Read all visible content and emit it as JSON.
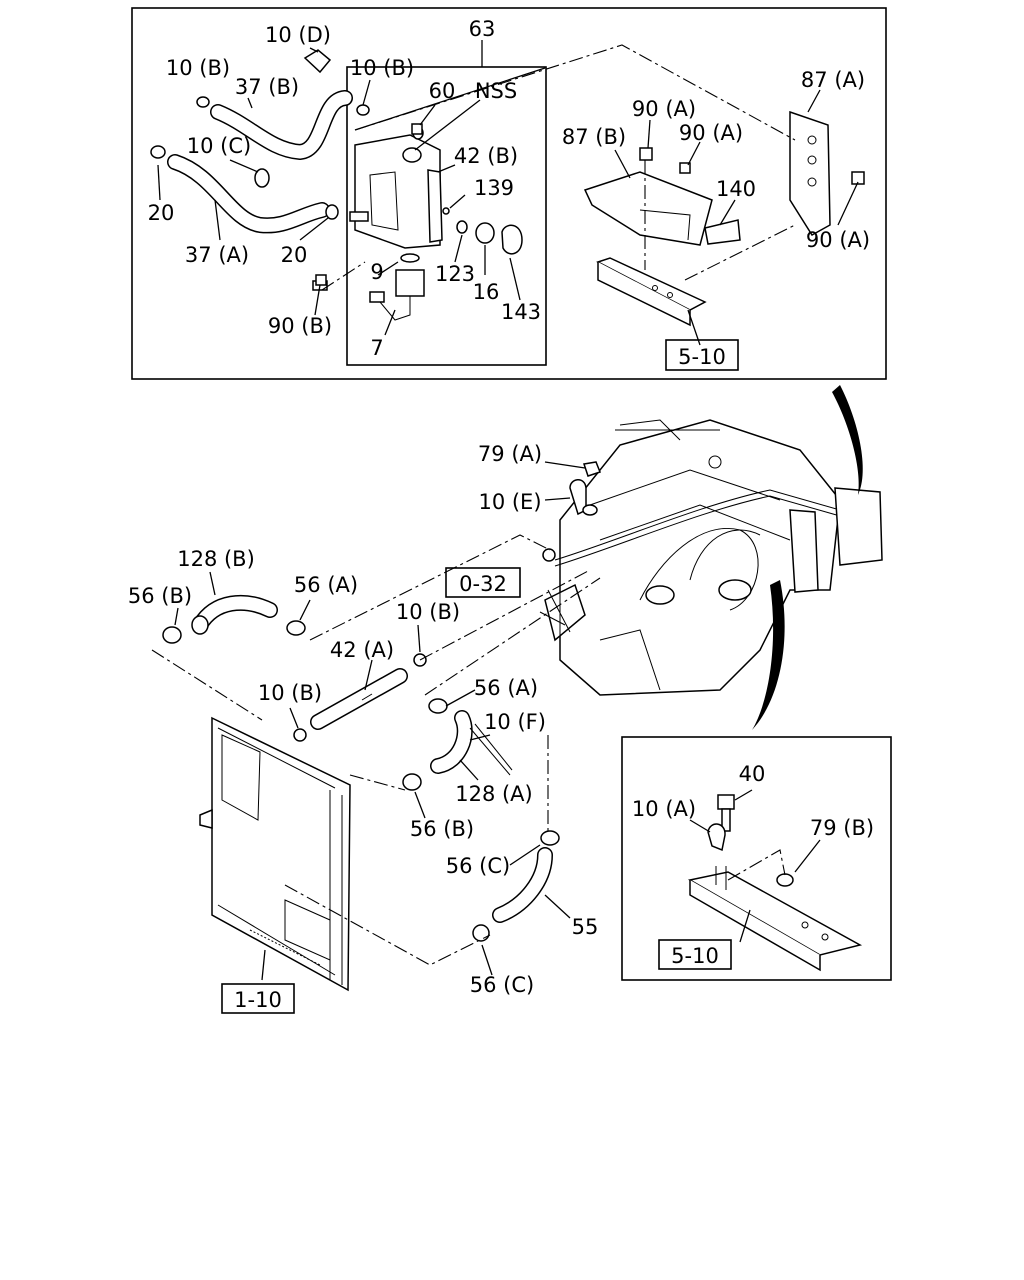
{
  "labels": {
    "l_10D": "10 (D)",
    "l_63": "63",
    "l_10B_a": "10 (B)",
    "l_37B": "37 (B)",
    "l_10B_b": "10 (B)",
    "l_60": "60",
    "l_NSS": "NSS",
    "l_87A": "87 (A)",
    "l_90A_a": "90 (A)",
    "l_90A_b": "90 (A)",
    "l_87B": "87 (B)",
    "l_10C": "10 (C)",
    "l_42B": "42 (B)",
    "l_139": "139",
    "l_140": "140",
    "l_20_a": "20",
    "l_20_b": "20",
    "l_37A": "37 (A)",
    "l_90A_c": "90 (A)",
    "l_9": "9",
    "l_123": "123",
    "l_16": "16",
    "l_143": "143",
    "l_90B": "90 (B)",
    "l_7": "7",
    "l_79A": "79 (A)",
    "l_10E": "10 (E)",
    "l_128B": "128 (B)",
    "l_56A_a": "56 (A)",
    "l_56B_a": "56 (B)",
    "l_10B_c": "10 (B)",
    "l_42A": "42 (A)",
    "l_56A_b": "56 (A)",
    "l_10B_d": "10 (B)",
    "l_10F": "10 (F)",
    "l_128A": "128 (A)",
    "l_56B_b": "56 (B)",
    "l_56C_a": "56 (C)",
    "l_55": "55",
    "l_56C_b": "56 (C)",
    "l_40": "40",
    "l_10A": "10 (A)",
    "l_79B": "79 (B)"
  },
  "refs": {
    "r_5_10_a": "5-10",
    "r_0_32": "0-32",
    "r_5_10_b": "5-10",
    "r_1_10": "1-10"
  }
}
